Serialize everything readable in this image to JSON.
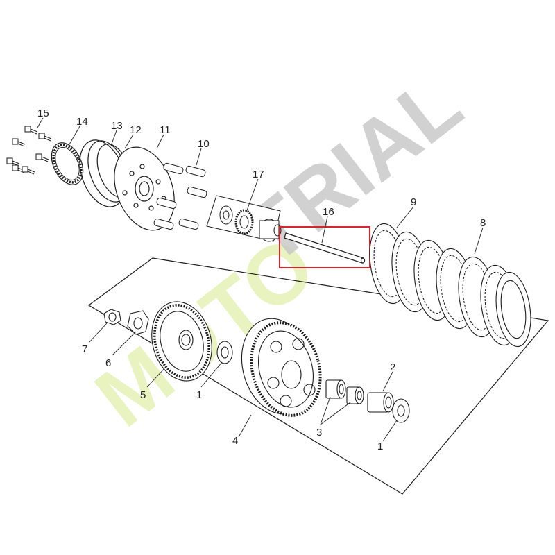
{
  "watermark": {
    "left_text": "MOTO",
    "right_text": "TRIAL",
    "left_color": "#e4f2b4",
    "right_color": "#c9c9c9"
  },
  "highlight": {
    "color": "#d9242b",
    "target_part": "16"
  },
  "callouts": {
    "p15": "15",
    "p14": "14",
    "p13": "13",
    "p12": "12",
    "p11": "11",
    "p10": "10",
    "p17": "17",
    "p16": "16",
    "p9": "9",
    "p8": "8",
    "p7": "7",
    "p6": "6",
    "p5": "5",
    "p1a": "1",
    "p4": "4",
    "p3": "3",
    "p2": "2",
    "p1b": "1"
  },
  "line_color": "#1a1a1a"
}
